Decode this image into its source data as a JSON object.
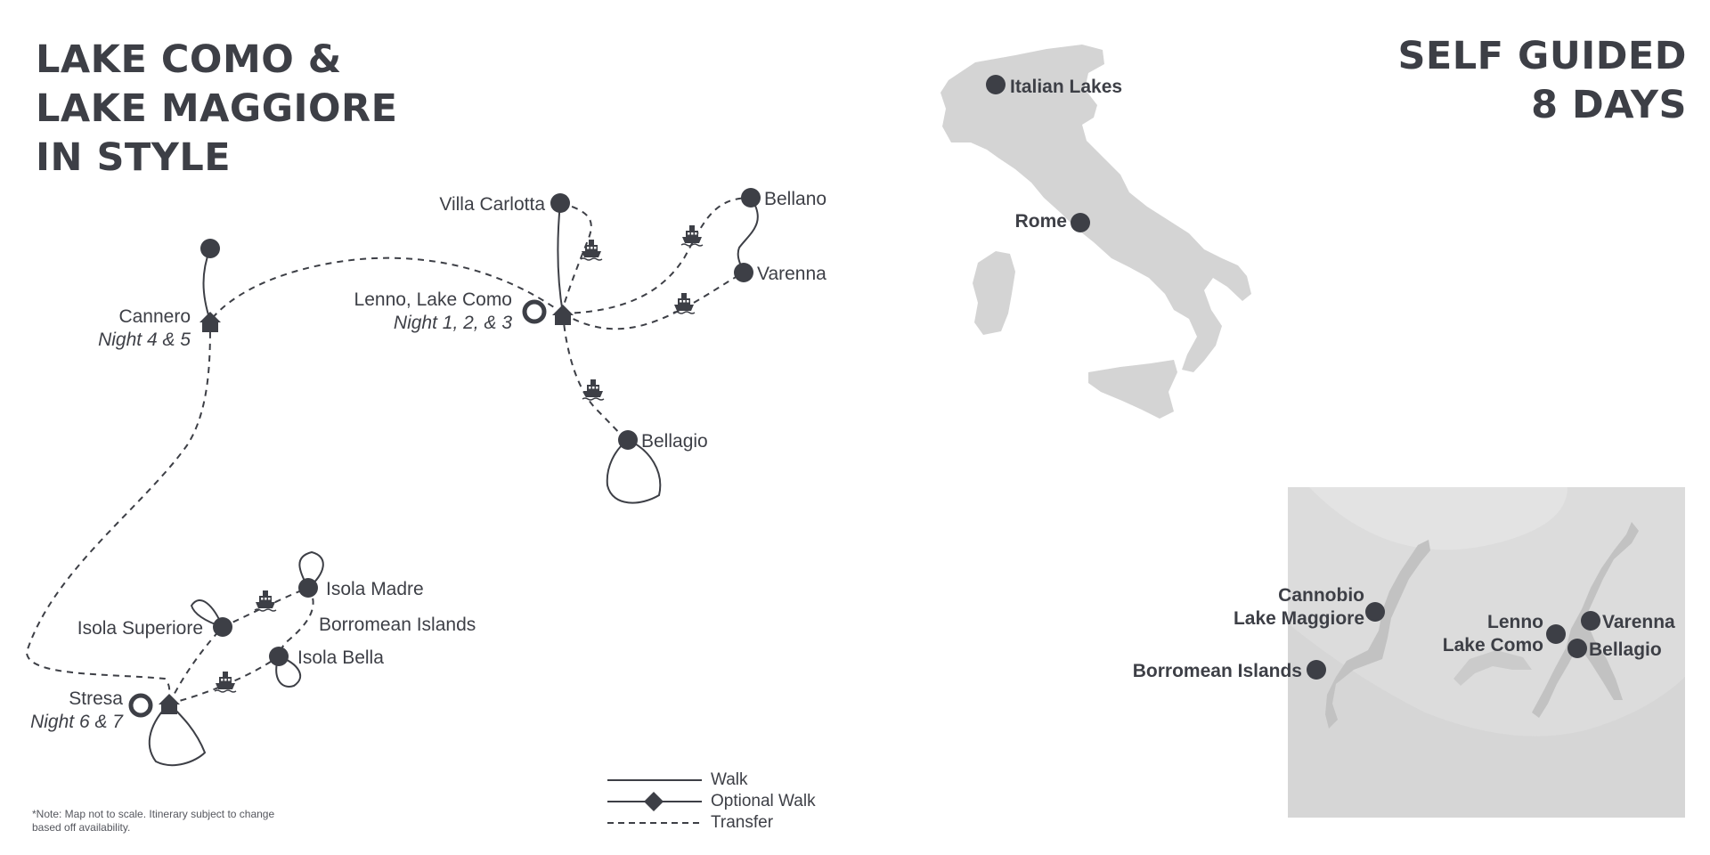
{
  "title": {
    "line1": "LAKE COMO &",
    "line2": "LAKE MAGGIORE",
    "line3": "IN STYLE"
  },
  "trip": {
    "line1": "SELF GUIDED",
    "line2": "8 DAYS"
  },
  "route_places": {
    "villa_carlotta": "Villa Carlotta",
    "bellano": "Bellano",
    "varenna": "Varenna",
    "lenno": "Lenno, Lake Como",
    "lenno_nights": "Night 1, 2, & 3",
    "cannero": "Cannero",
    "cannero_nights": "Night 4 & 5",
    "bellagio": "Bellagio",
    "isola_madre": "Isola Madre",
    "isola_superiore": "Isola Superiore",
    "borromean_islands": "Borromean Islands",
    "isola_bella": "Isola Bella",
    "stresa": "Stresa",
    "stresa_nights": "Night 6 & 7"
  },
  "italy_map": {
    "italian_lakes": "Italian Lakes",
    "rome": "Rome"
  },
  "inset_map": {
    "cannobio": "Cannobio",
    "lake_maggiore": "Lake Maggiore",
    "borromean_islands": "Borromean Islands",
    "lenno": "Lenno",
    "lake_como": "Lake Como",
    "varenna": "Varenna",
    "bellagio": "Bellagio"
  },
  "legend": {
    "walk": "Walk",
    "optional_walk": "Optional Walk",
    "transfer": "Transfer"
  },
  "note": "*Note: Map not to scale. Itinerary subject to change based off availability.",
  "colors": {
    "ink": "#3d3f46",
    "land": "#d4d4d4",
    "inset_bg": "#dcdcdc",
    "inset_lake": "#c2c2c2"
  }
}
